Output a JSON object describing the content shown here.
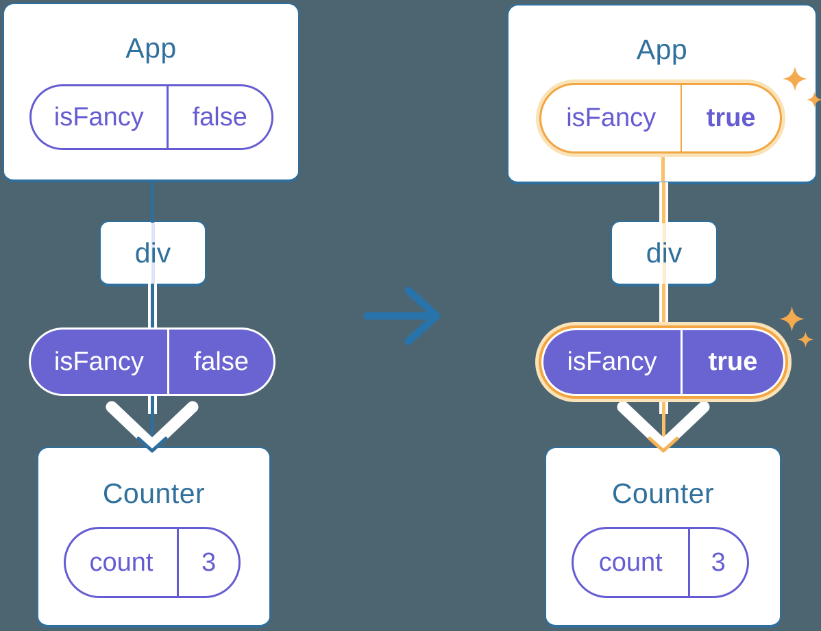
{
  "palette": {
    "background": "#4d6571",
    "box_border_teal": "#2e6f9d",
    "title_teal": "#30709c",
    "purple_text": "#655cd2",
    "purple_pill_fill": "#6964d2",
    "transition_arrow_blue": "#2973ab",
    "highlight_orange": "#f2a541",
    "highlight_orange_glow": "#fae3b8",
    "orange_flow_line": "#fbbf68",
    "passthrough_lavender": "#dde5f6",
    "passthrough_cream": "#fdeccd",
    "sparkle_orange": "#f4ab50",
    "flow_pipe_white": "#ffffff"
  },
  "icons": {
    "transition": "right-arrow-icon",
    "flow": "down-arrow-icon",
    "highlight": "sparkle-icon"
  },
  "before_tree": {
    "app": {
      "title": "App",
      "pill": {
        "key": "isFancy",
        "value": "false"
      }
    },
    "container": {
      "label": "div"
    },
    "prop_pill": {
      "key": "isFancy",
      "value": "false"
    },
    "counter": {
      "title": "Counter",
      "pill": {
        "key": "count",
        "value": "3"
      }
    }
  },
  "after_tree": {
    "app": {
      "title": "App",
      "pill": {
        "key": "isFancy",
        "value": "true"
      }
    },
    "container": {
      "label": "div"
    },
    "prop_pill": {
      "key": "isFancy",
      "value": "true"
    },
    "counter": {
      "title": "Counter",
      "pill": {
        "key": "count",
        "value": "3"
      }
    }
  }
}
